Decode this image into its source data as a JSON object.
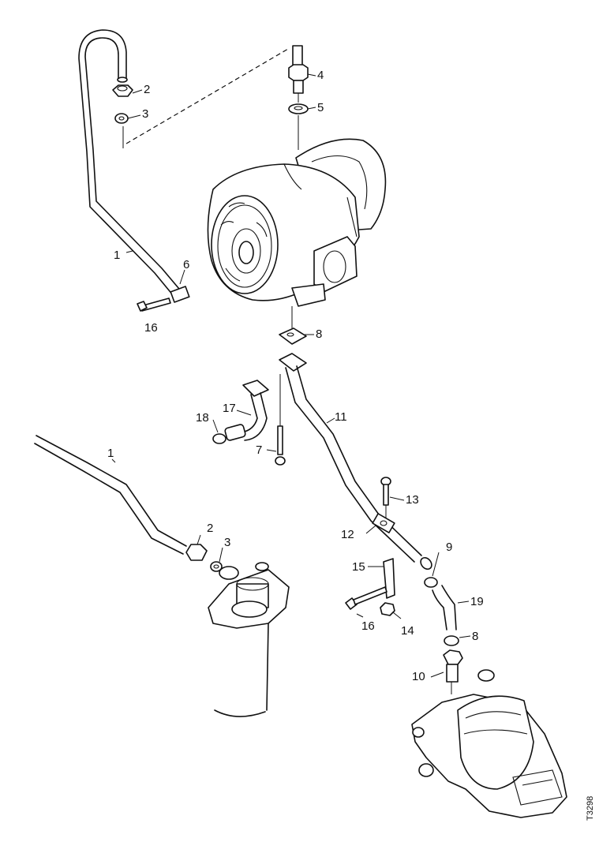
{
  "callouts": {
    "c1_top": "1",
    "c2_top": "2",
    "c3_top": "3",
    "c4": "4",
    "c5": "5",
    "c6": "6",
    "c16_top": "16",
    "c8_top": "8",
    "c11": "11",
    "c17": "17",
    "c18": "18",
    "c7": "7",
    "c1_bottom": "1",
    "c2_bottom": "2",
    "c3_bottom": "3",
    "c13": "13",
    "c12": "12",
    "c9": "9",
    "c15": "15",
    "c19": "19",
    "c16_bottom": "16",
    "c14": "14",
    "c8_bottom": "8",
    "c10": "10"
  },
  "figure_code": "T3298"
}
